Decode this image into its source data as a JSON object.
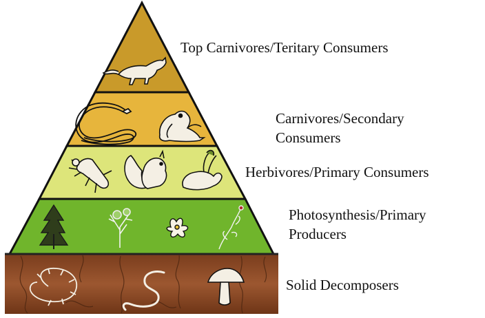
{
  "pyramid": {
    "levels": [
      {
        "id": "top",
        "label_lines": [
          "Top Carnivores/Teritary Consumers"
        ],
        "color": "#c99a2a",
        "organisms": [
          "fox"
        ]
      },
      {
        "id": "secondary",
        "label_lines": [
          "Carnivores/Secondary",
          "Consumers"
        ],
        "color": "#e7b53c",
        "organisms": [
          "snake",
          "frog"
        ]
      },
      {
        "id": "primary",
        "label_lines": [
          "Herbivores/Primary Consumers"
        ],
        "color": "#dde57a",
        "organisms": [
          "beetle",
          "squirrel",
          "rabbit"
        ]
      },
      {
        "id": "producers",
        "label_lines": [
          "Photosynthesis/Primary",
          "Producers"
        ],
        "color": "#70b52c",
        "organisms": [
          "pine-tree",
          "young-tree",
          "flower",
          "vine"
        ]
      },
      {
        "id": "decomposers",
        "label_lines": [
          "Solid Decomposers"
        ],
        "color": "#8b4a25",
        "organisms": [
          "millipede",
          "earthworm",
          "mushroom"
        ]
      }
    ]
  }
}
